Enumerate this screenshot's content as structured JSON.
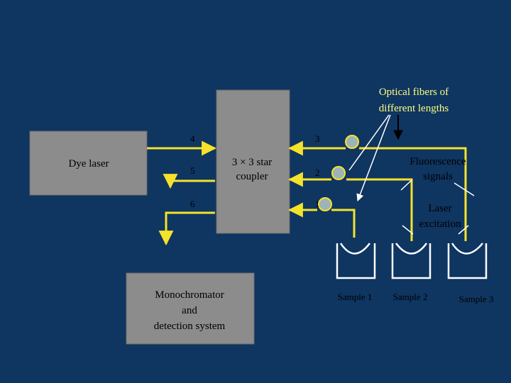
{
  "title_label": "Optical fibers of",
  "title_label_2": "different lengths",
  "dye_laser": "Dye laser",
  "coupler_line1": "3 × 3 star",
  "coupler_line2": "coupler",
  "monochromator_line1": "Monochromator",
  "monochromator_line2": "and",
  "monochromator_line3": "detection system",
  "ports": {
    "p4": "4",
    "p5": "5",
    "p6": "6",
    "p3": "3",
    "p2": "2",
    "p1": "1"
  },
  "fluorescence_line1": "Fluorescence",
  "fluorescence_line2": "signals",
  "laser_line1": "Laser",
  "laser_line2": "excitation",
  "samples": {
    "s1": "Sample 1",
    "s2": "Sample 2",
    "s3": "Sample 3"
  },
  "colors": {
    "background": "#0f3561",
    "box_fill": "#8c8c8c",
    "fiber": "#f5e22a",
    "coil": "#9cb4b8",
    "annotation_text": "#fdfd80"
  }
}
